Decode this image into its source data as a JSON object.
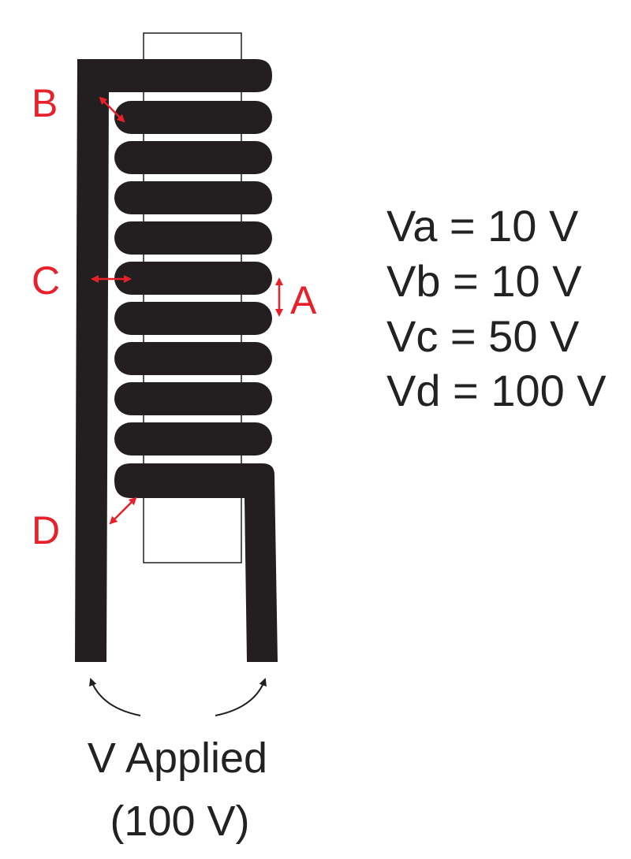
{
  "colors": {
    "wire": "#231f20",
    "marker": "#e8202a",
    "text": "#222222",
    "core_outline": "#231f20"
  },
  "gap_labels": {
    "a": "A",
    "b": "B",
    "c": "C",
    "d": "D"
  },
  "voltages": [
    "Va = 10 V",
    "Vb = 10 V",
    "Vc = 50 V",
    "Vd = 100 V"
  ],
  "applied": {
    "line1": "V Applied",
    "line2": "(100 V)"
  }
}
